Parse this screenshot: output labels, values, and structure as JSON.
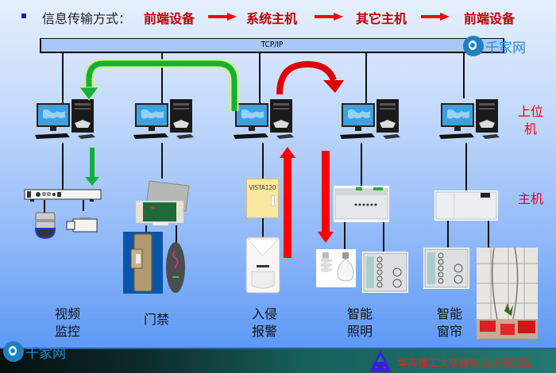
{
  "header": {
    "prefix": "信息传输方式：",
    "steps": [
      "前端设备",
      "系统主机",
      "其它主机",
      "前端设备"
    ],
    "step_color": "#c00000",
    "arrow_color": "#ff0000"
  },
  "network": {
    "label": "TCP/IP"
  },
  "side_labels": {
    "upper_computer_line1": "上位",
    "upper_computer_line2": "机",
    "host": "主机"
  },
  "flow_arrows": {
    "green_color": "#10b040",
    "red_color": "#e80000"
  },
  "subsystems": [
    {
      "id": "video",
      "label_line1": "视频",
      "label_line2": "监控",
      "icon": "monitor-pc-icon",
      "devices": [
        "dvr-icon",
        "dome-camera-icon",
        "box-camera-icon"
      ]
    },
    {
      "id": "access",
      "label_line1": "门禁",
      "label_line2": "",
      "icon": "monitor-pc-icon",
      "devices": [
        "access-controller-icon",
        "electric-lock-icon",
        "card-reader-icon"
      ]
    },
    {
      "id": "intrusion",
      "label_line1": "入侵",
      "label_line2": "报警",
      "icon": "monitor-pc-icon",
      "devices": [
        "alarm-panel-icon",
        "pir-detector-icon"
      ],
      "panel_label": "VISTA120"
    },
    {
      "id": "lighting",
      "label_line1": "智能",
      "label_line2": "照明",
      "icon": "monitor-pc-icon",
      "devices": [
        "lighting-controller-icon",
        "light-bulbs-icon",
        "wall-keypad-icon"
      ]
    },
    {
      "id": "curtain",
      "label_line1": "智能",
      "label_line2": "窗帘",
      "icon": "monitor-pc-icon",
      "devices": [
        "curtain-controller-icon",
        "wall-keypad-icon",
        "curtain-photo-icon"
      ]
    }
  ],
  "watermark": {
    "text": "千家网"
  },
  "footer": {
    "institution": "华南理工大学建筑设计研究院"
  }
}
